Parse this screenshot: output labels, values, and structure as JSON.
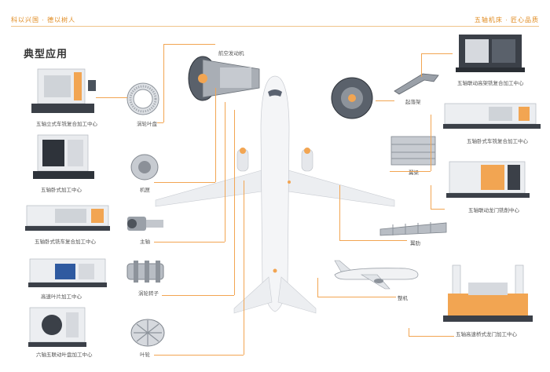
{
  "header": {
    "left_tag": "科以兴国 · 德以树人",
    "right_tag": "五轴机床 · 匠心品质"
  },
  "section_title": "典型应用",
  "machines": {
    "m1": "五轴立式车铣复合加工中心",
    "m2": "五轴卧式加工中心",
    "m3": "五轴卧式铣车复合加工中心",
    "m4": "高速叶片加工中心",
    "m5": "六轴五联动叶盘加工中心",
    "m6": "五轴联动高架铣复合加工中心",
    "m7": "五轴卧式车铣复合加工中心",
    "m8": "五轴联动龙门铣削中心",
    "m9": "五轴高速桥式龙门加工中心"
  },
  "parts": {
    "p1": "涡轮叶盘",
    "p2": "机匣",
    "p3": "主轴",
    "p4": "涡轮转子",
    "p5": "叶轮",
    "p6": "航空发动机",
    "p7": "起落架",
    "p8": "翼梁",
    "p9": "翼肋",
    "p10": "整机"
  },
  "colors": {
    "accent": "#f2a552",
    "label": "#555555",
    "plane": "#f4f5f7"
  }
}
